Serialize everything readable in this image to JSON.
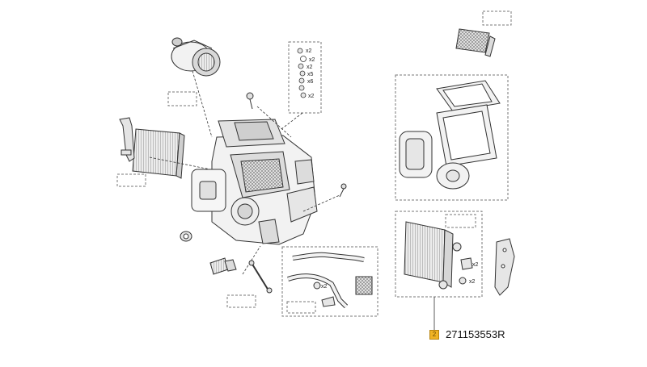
{
  "diagram": {
    "selected_callout": {
      "number": "2",
      "part_number": "271153553R",
      "color": "#f0b323"
    },
    "quantity_labels": [
      "x2",
      "x2",
      "x2",
      "x5",
      "x6",
      "x2",
      "x2",
      "x2",
      "x2"
    ],
    "colors": {
      "line": "#333333",
      "dashed_box": "#777777",
      "part_fill": "#f2f2f2",
      "part_shade": "#c9c9c9"
    }
  }
}
